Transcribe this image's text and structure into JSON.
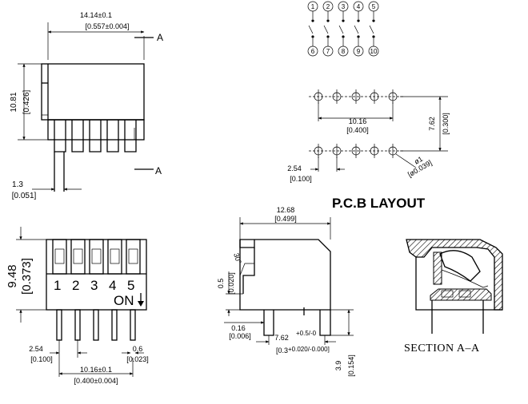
{
  "top_view": {
    "width_mm": "14.14±0.1",
    "width_in": "[0.557±0.004]",
    "height_mm": "10.81",
    "height_in": "[0.426]",
    "pin_mm": "1.3",
    "pin_in": "[0.051]",
    "section_label_top": "A",
    "section_label_bottom": "A"
  },
  "schematic": {
    "top_pins": [
      "1",
      "2",
      "3",
      "4",
      "5"
    ],
    "bottom_pins": [
      "6",
      "7",
      "8",
      "9",
      "10"
    ]
  },
  "pcb_layout": {
    "title": "P.C.B  LAYOUT",
    "span_mm": "10.16",
    "span_in": "[0.400]",
    "row_mm": "7.62",
    "row_in": "[0.300]",
    "pitch_mm": "2.54",
    "pitch_in": "[0.100]",
    "hole_mm": "ø1",
    "hole_in": "[ø0.039]"
  },
  "front_view": {
    "height_mm": "9.48",
    "height_in": "[0.373]",
    "switch_numbers": [
      "1",
      "2",
      "3",
      "4",
      "5"
    ],
    "on_label": "ON",
    "pitch_mm": "2.54",
    "pitch_in": "[0.100]",
    "pin_mm": "0.6",
    "pin_in": "[0.023]",
    "span_mm": "10.16±0.1",
    "span_in": "[0.400±0.004]"
  },
  "side_view": {
    "width_mm": "12.68",
    "width_in": "[0.499]",
    "angle": "30°",
    "offset_mm": "0.5",
    "offset_in": "[0.020]",
    "standoff_mm": "0.16",
    "standoff_in": "[0.006]",
    "row_mm": "7.62",
    "row_tol": "+0.5/-0",
    "row_in": "[0.3",
    "row_in_tol": "+0.020/-0.000]",
    "pin_mm": "3.9",
    "pin_in": "[0.154]"
  },
  "section_view": {
    "label": "SECTION  A–A"
  }
}
